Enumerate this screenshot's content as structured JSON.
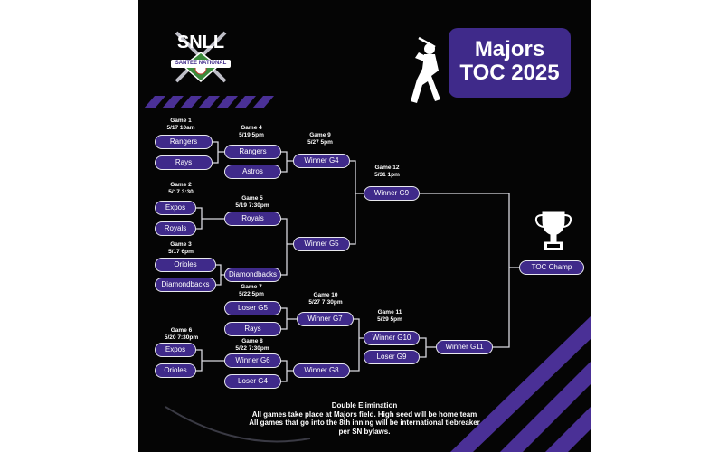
{
  "logo": {
    "text": "SNLL",
    "sub": "SANTEE NATIONAL"
  },
  "title": {
    "line1": "Majors",
    "line2": "TOC 2025"
  },
  "games": {
    "g1": {
      "name": "Game 1",
      "date": "5/17 10am"
    },
    "g2": {
      "name": "Game 2",
      "date": "5/17 3:30"
    },
    "g3": {
      "name": "Game 3",
      "date": "5/17 6pm"
    },
    "g4": {
      "name": "Game 4",
      "date": "5/19 5pm"
    },
    "g5": {
      "name": "Game 5",
      "date": "5/19 7:30pm"
    },
    "g6": {
      "name": "Game 6",
      "date": "5/20 7:30pm"
    },
    "g7": {
      "name": "Game 7",
      "date": "5/22 5pm"
    },
    "g8": {
      "name": "Game 8",
      "date": "5/22 7:30pm"
    },
    "g9": {
      "name": "Game 9",
      "date": "5/27 5pm"
    },
    "g10": {
      "name": "Game 10",
      "date": "5/27 7:30pm"
    },
    "g11": {
      "name": "Game 11",
      "date": "5/29 5pm"
    },
    "g12": {
      "name": "Game 12",
      "date": "5/31 1pm"
    }
  },
  "slots": {
    "g1_top": "Rangers",
    "g1_bot": "Rays",
    "g4_top": "Rangers",
    "g4_bot": "Astros",
    "g2_top": "Expos",
    "g2_bot": "Royals",
    "g5_top": "Royals",
    "g5_bot": "Diamondbacks",
    "g3_top": "Orioles",
    "g3_bot": "Diamondbacks",
    "g9_top": "Winner G4",
    "g9_bot": "Winner G5",
    "g12_top": "Winner G9",
    "g7_top": "Loser G5",
    "g7_bot": "Rays",
    "g10_top": "Winner G7",
    "g10_bot": "Winner G8",
    "g6_top": "Expos",
    "g6_bot": "Orioles",
    "g8_top": "Winner G6",
    "g8_bot": "Loser G4",
    "g11_top": "Winner G10",
    "g11_bot": "Loser G9",
    "final_slot": "Winner G11",
    "champ": "TOC Champ"
  },
  "footer": {
    "line1": "Double Elimination",
    "line2": "All games take place at Majors field. High seed will be home team",
    "line3": "All games that go into the 8th inning will be international tiebreaker",
    "line4": "per SN bylaws."
  },
  "colors": {
    "accent": "#3f2a8a",
    "background": "#050505",
    "text": "#ffffff"
  }
}
